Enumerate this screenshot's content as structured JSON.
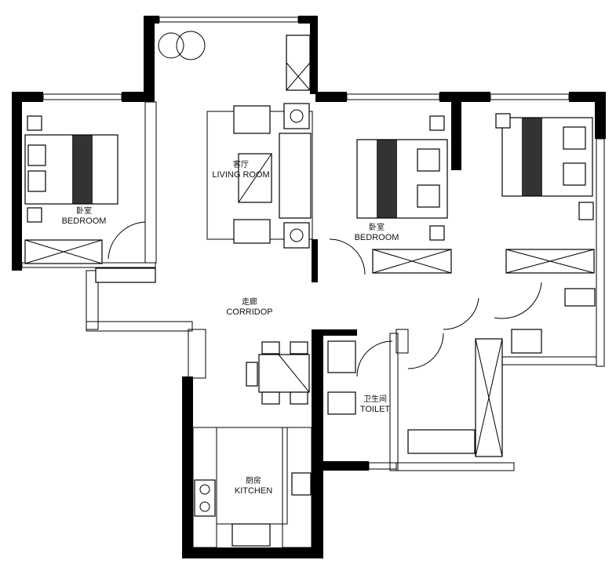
{
  "rooms": {
    "living": {
      "cn": "客厅",
      "en": "LIVING ROOM"
    },
    "bedroom_left": {
      "cn": "卧室",
      "en": "BEDROOM"
    },
    "bedroom_middle": {
      "cn": "卧室",
      "en": "BEDROOM"
    },
    "corridor": {
      "cn": "走廊",
      "en": "CORRIDOP"
    },
    "toilet": {
      "cn": "卫生间",
      "en": "TOILET"
    },
    "kitchen": {
      "cn": "厨房",
      "en": "KITCHEN"
    }
  },
  "colors": {
    "wall": "#000000",
    "background": "#ffffff"
  }
}
